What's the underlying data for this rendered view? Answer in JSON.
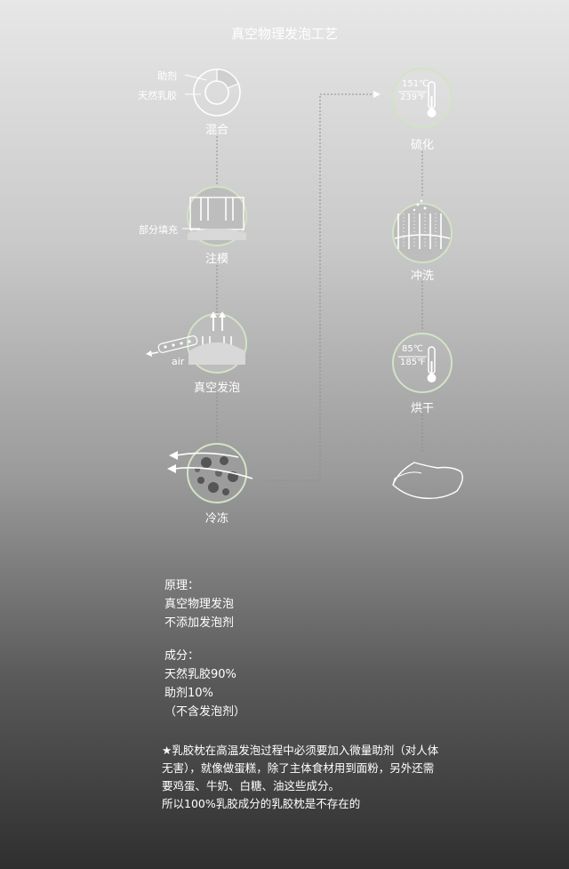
{
  "title": "真空物理发泡工艺",
  "steps": {
    "mix": {
      "label": "混合",
      "side_top": "助剂",
      "side_bottom": "天然乳胶"
    },
    "mold": {
      "label": "注模",
      "side": "部分填充"
    },
    "foam": {
      "label": "真空发泡",
      "side": "air"
    },
    "freeze": {
      "label": "冷冻"
    },
    "vulcanize": {
      "label": "硫化",
      "temp_c": "151℃",
      "temp_f": "239℉"
    },
    "wash": {
      "label": "冲洗"
    },
    "dry": {
      "label": "烘干",
      "temp_c": "85℃",
      "temp_f": "185℉"
    }
  },
  "principle": {
    "heading": "原理：",
    "line1": "真空物理发泡",
    "line2": "不添加发泡剂"
  },
  "composition": {
    "heading": "成分：",
    "line1": "天然乳胶90%",
    "line2": "助剂10%",
    "line3": "（不含发泡剂）"
  },
  "note": {
    "line1": "★乳胶枕在高温发泡过程中必须要加入微量助剂（对人体",
    "line2": "无害），就像做蛋糕，除了主体食材用到面粉，另外还需",
    "line3": "要鸡蛋、牛奶、白糖、油这些成分。",
    "line4": "所以100%乳胶成分的乳胶枕是不存在的"
  },
  "colors": {
    "ring": "#cfe0c4",
    "text": "#ffffff"
  }
}
